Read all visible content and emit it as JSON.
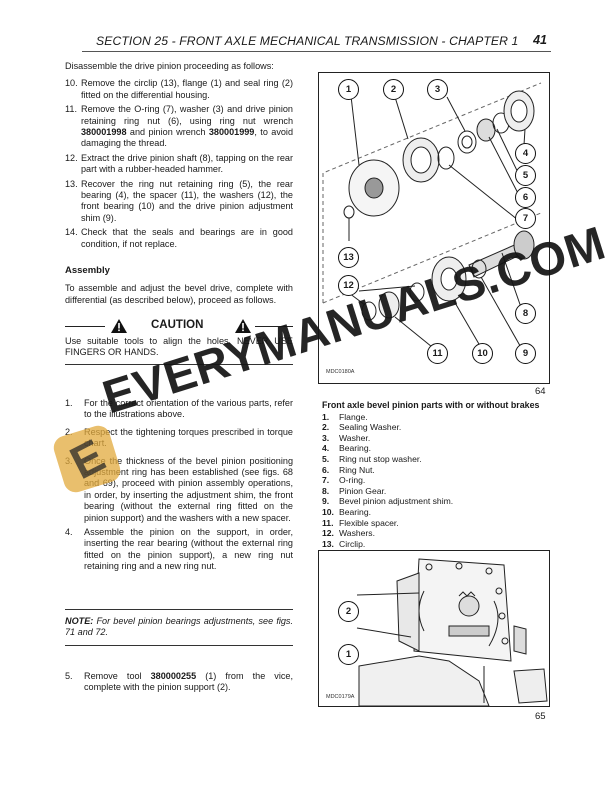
{
  "header": {
    "title": "SECTION 25 - FRONT AXLE MECHANICAL TRANSMISSION - CHAPTER 1",
    "page_number": "41"
  },
  "disassemble": {
    "intro": "Disassemble the drive pinion proceeding as follows:",
    "steps": [
      {
        "n": "10.",
        "parts": [
          "Remove the circlip (13), flange (1) and seal ring (2) fitted on the differential housing."
        ]
      },
      {
        "n": "11.",
        "pre": "Remove the O-ring (7), washer (3) and drive pinion retaining ring nut (6), using ring nut wrench ",
        "b1": "380001998",
        "mid": " and pinion wrench ",
        "b2": "380001999",
        "post": ", to avoid damaging the thread."
      },
      {
        "n": "12.",
        "text": "Extract the drive pinion shaft (8), tapping on the rear part with a rubber-headed hammer."
      },
      {
        "n": "13.",
        "text": "Recover the ring nut retaining ring (5), the rear bearing (4), the spacer (11), the washers (12), the front bearing (10) and the drive pinion adjustment shim (9)."
      },
      {
        "n": "14.",
        "text": "Check that the seals and bearings are in good condition, if not replace."
      }
    ]
  },
  "assembly": {
    "heading": "Assembly",
    "intro": "To assemble and adjust the bevel drive, complete with differential (as described below), proceed as follows.",
    "caution_label": "CAUTION",
    "caution_text": "Use suitable tools to align the holes. NEVER USE FINGERS OR HANDS.",
    "steps": [
      {
        "n": "1.",
        "text": "For the correct orientation of the various parts, refer to the illustrations above."
      },
      {
        "n": "2.",
        "text": "Respect the tightening torques prescribed in torque chart."
      },
      {
        "n": "3.",
        "text": "Once the thickness of the bevel pinion positioning adjustment ring has been established (see figs. 68 and 69), proceed with pinion assembly operations, in order, by inserting the adjustment shim, the front bearing (without the external ring fitted on the pinion support) and the washers with a new spacer."
      },
      {
        "n": "4.",
        "text": "Assemble the pinion on the support, in order, inserting the rear bearing (without the external ring fitted on the pinion support), a new ring nut retaining ring and a new ring nut."
      }
    ],
    "note_label": "NOTE:",
    "note_text": " For bevel pinion bearings adjustments, see figs. 71 and 72.",
    "step5": {
      "n": "5.",
      "pre": "Remove tool ",
      "b": "380000255",
      "post": " (1) from the vice, complete with the pinion support (2)."
    }
  },
  "figure64": {
    "number": "64",
    "code": "MDC0180A",
    "callouts": [
      "1",
      "2",
      "3",
      "4",
      "5",
      "6",
      "7",
      "8",
      "9",
      "10",
      "11",
      "12",
      "13"
    ],
    "caption": "Front axle bevel pinion parts with or without brakes",
    "legend": [
      {
        "n": "1.",
        "label": "Flange."
      },
      {
        "n": "2.",
        "label": "Sealing Washer."
      },
      {
        "n": "3.",
        "label": "Washer."
      },
      {
        "n": "4.",
        "label": "Bearing."
      },
      {
        "n": "5.",
        "label": "Ring nut stop washer."
      },
      {
        "n": "6.",
        "label": "Ring Nut."
      },
      {
        "n": "7.",
        "label": "O-ring."
      },
      {
        "n": "8.",
        "label": "Pinion Gear."
      },
      {
        "n": "9.",
        "label": "Bevel pinion adjustment shim."
      },
      {
        "n": "10.",
        "label": "Bearing."
      },
      {
        "n": "11.",
        "label": "Flexible spacer."
      },
      {
        "n": "12.",
        "label": "Washers."
      },
      {
        "n": "13.",
        "label": "Circlip."
      }
    ]
  },
  "figure65": {
    "number": "65",
    "code": "MDC0179A",
    "callouts": [
      "2",
      "1"
    ]
  },
  "watermark": {
    "text": "EVERYMANUALS.COM",
    "logo_letter": "E",
    "logo_color": "#e2aa3c"
  }
}
